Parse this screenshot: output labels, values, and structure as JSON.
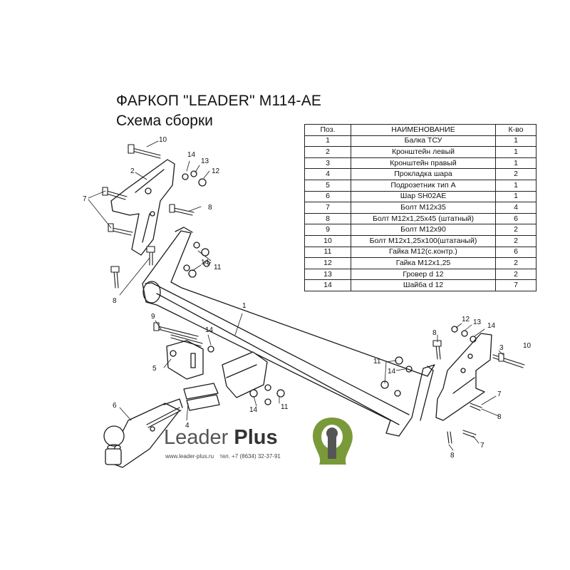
{
  "header": {
    "title": "ФАРКОП \"LEADER\" M114-AE",
    "subtitle": "Схема сборки"
  },
  "parts_table": {
    "headers": [
      "Поз.",
      "НАИМЕНОВАНИЕ",
      "К-во"
    ],
    "rows": [
      {
        "pos": "1",
        "name": "Балка ТСУ",
        "qty": "1"
      },
      {
        "pos": "2",
        "name": "Кронштейн левый",
        "qty": "1"
      },
      {
        "pos": "3",
        "name": "Кронштейн правый",
        "qty": "1"
      },
      {
        "pos": "4",
        "name": "Прокладка шара",
        "qty": "2"
      },
      {
        "pos": "5",
        "name": "Подрозетник тип А",
        "qty": "1"
      },
      {
        "pos": "6",
        "name": "Шар SH02AE",
        "qty": "1"
      },
      {
        "pos": "7",
        "name": "Болт М12х35",
        "qty": "4"
      },
      {
        "pos": "8",
        "name": "Болт М12х1,25х45 (штатный)",
        "qty": "6"
      },
      {
        "pos": "9",
        "name": "Болт М12х90",
        "qty": "2"
      },
      {
        "pos": "10",
        "name": "Болт М12х1,25х100(штатаный)",
        "qty": "2"
      },
      {
        "pos": "11",
        "name": "Гайка М12(с.контр.)",
        "qty": "6"
      },
      {
        "pos": "12",
        "name": "Гайка М12х1,25",
        "qty": "2"
      },
      {
        "pos": "13",
        "name": "Гровер d 12",
        "qty": "2"
      },
      {
        "pos": "14",
        "name": "Шайба d 12",
        "qty": "7"
      }
    ]
  },
  "callouts": {
    "c10a": "10",
    "c14a": "14",
    "c13a": "13",
    "c12a": "12",
    "c2": "2",
    "c7a": "7",
    "c8a": "8",
    "c14b": "14",
    "c11a": "11",
    "c8b": "8",
    "c1": "1",
    "c9": "9",
    "c14c": "14",
    "c5": "5",
    "c4": "4",
    "c14d": "14",
    "c11b": "11",
    "c6": "6",
    "c11c": "11",
    "c14e": "14",
    "c12b": "12",
    "c13b": "13",
    "c14f": "14",
    "c8c": "8",
    "c3": "3",
    "c10b": "10",
    "c7b": "7",
    "c8d": "8",
    "c7c": "7",
    "c8e": "8"
  },
  "brand": {
    "name_part1": "Leader",
    "name_part2": "Plus",
    "website": "www.leader-plus.ru",
    "phone": "тел. +7 (8634) 32-37-91",
    "logo_color": "#7a9a3a"
  }
}
